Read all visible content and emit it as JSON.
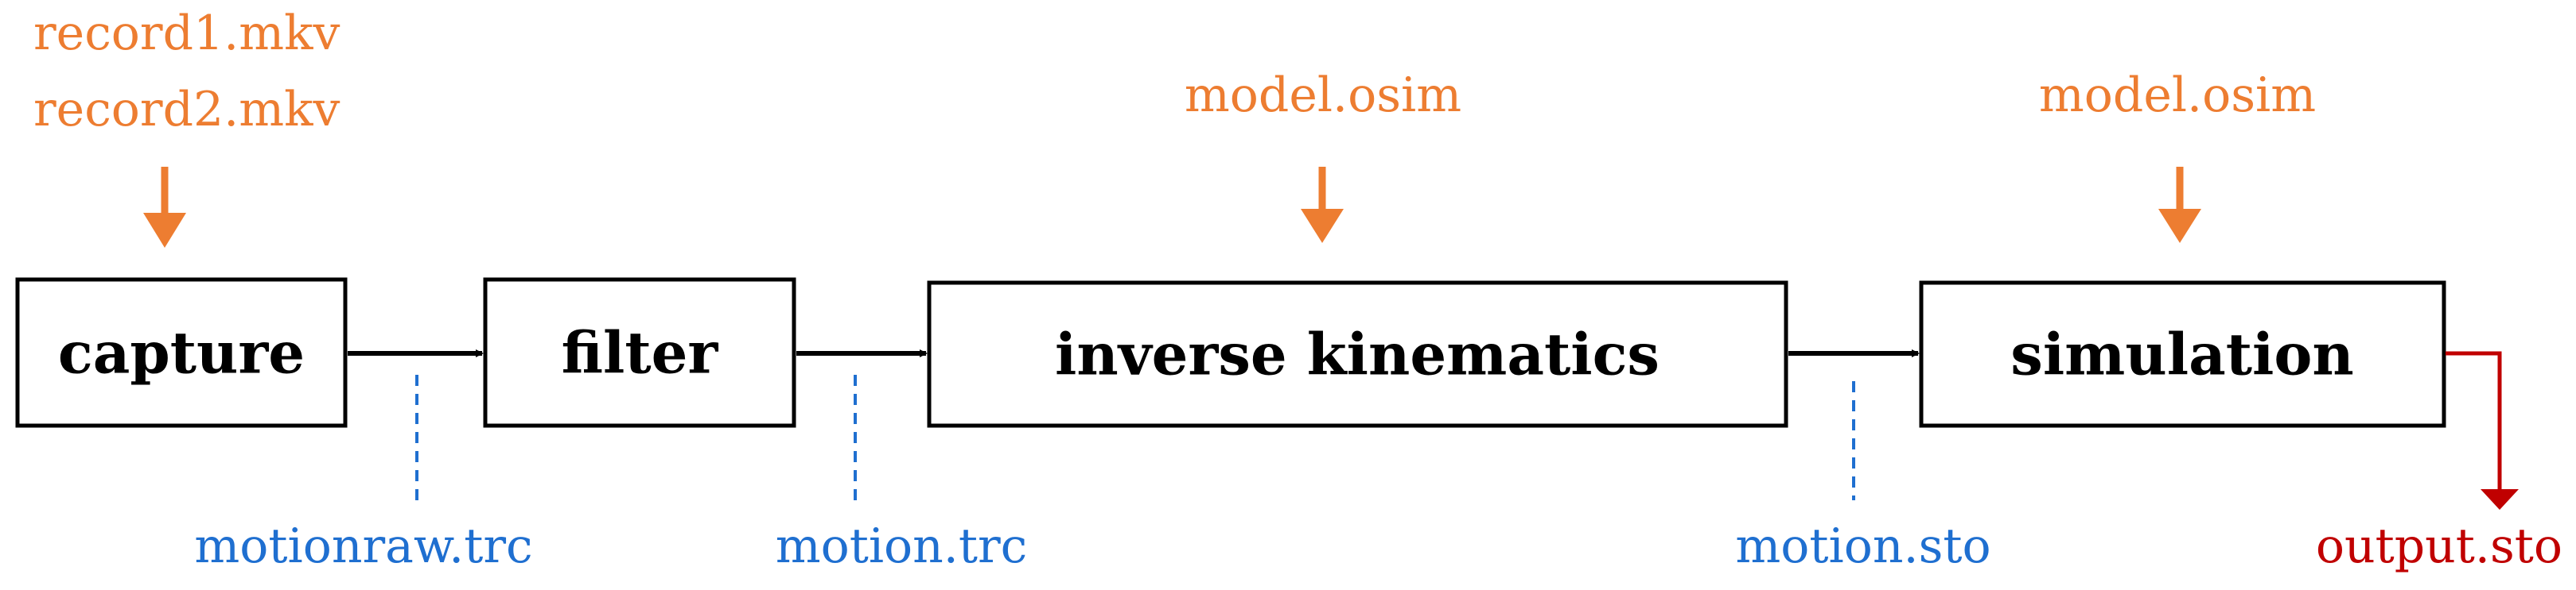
{
  "colors": {
    "input_file": "#ED7D31",
    "intermediate_file": "#1F6FD0",
    "output_file": "#C00000",
    "box_stroke": "#000000",
    "text": "#000000"
  },
  "stages": {
    "capture": "capture",
    "filter": "filter",
    "inverse_kinematics": "inverse kinematics",
    "simulation": "simulation"
  },
  "inputs": {
    "capture_line1": "record1.mkv",
    "capture_line2": "record2.mkv",
    "inverse_kinematics": "model.osim",
    "simulation": "model.osim"
  },
  "intermediates": {
    "capture_to_filter": "motionraw.trc",
    "filter_to_ik": "motion.trc",
    "ik_to_simulation": "motion.sto"
  },
  "output": {
    "simulation": "output.sto"
  }
}
